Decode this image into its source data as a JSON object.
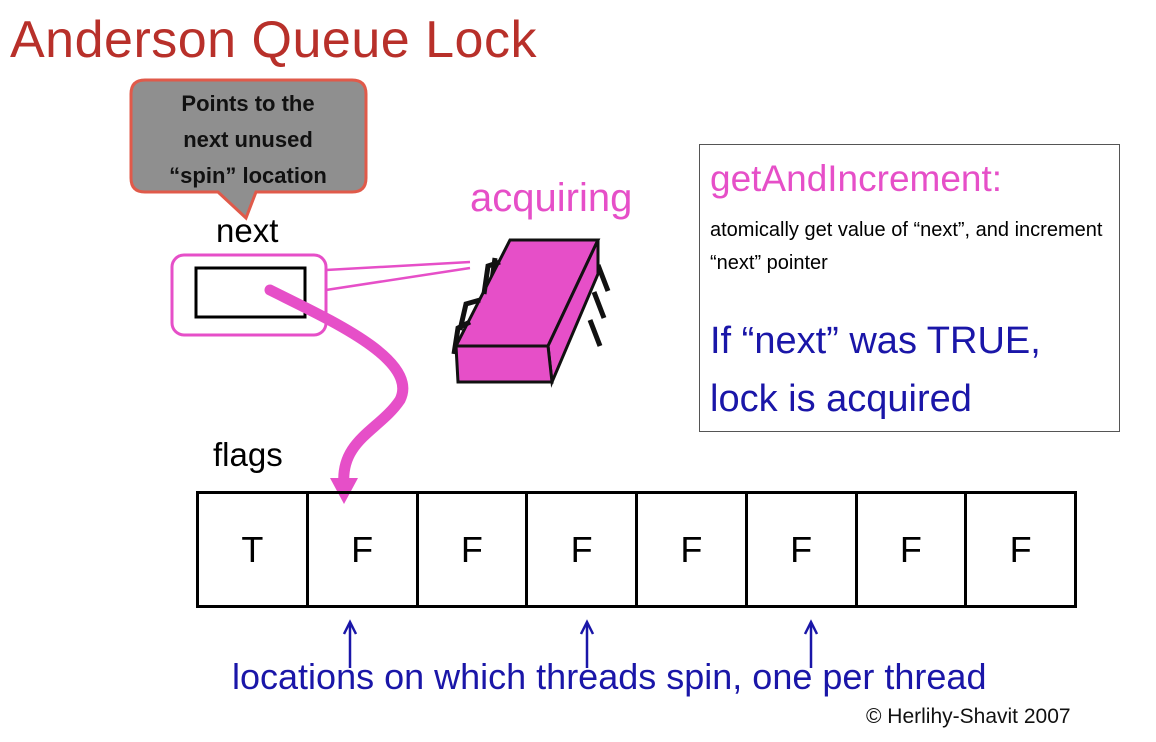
{
  "title": "Anderson Queue Lock",
  "callout": {
    "lines": [
      "Points to the",
      "next unused",
      "“spin” location"
    ]
  },
  "next_label": "next",
  "acquiring_label": "acquiring",
  "flags_label": "flags",
  "info": {
    "title": "getAndIncrement:",
    "description": "atomically get value of “next”, and increment “next” pointer",
    "result": "If “next” was TRUE, lock is acquired"
  },
  "flags": [
    "T",
    "F",
    "F",
    "F",
    "F",
    "F",
    "F",
    "F"
  ],
  "caption": "locations on which threads spin, one per thread",
  "copyright": "© Herlihy-Shavit 2007",
  "colors": {
    "title": "#b8302a",
    "magenta": "#e64fc8",
    "blue": "#1a16a8",
    "callout_fill": "#8f8f8f",
    "callout_border": "#e05a4a"
  }
}
